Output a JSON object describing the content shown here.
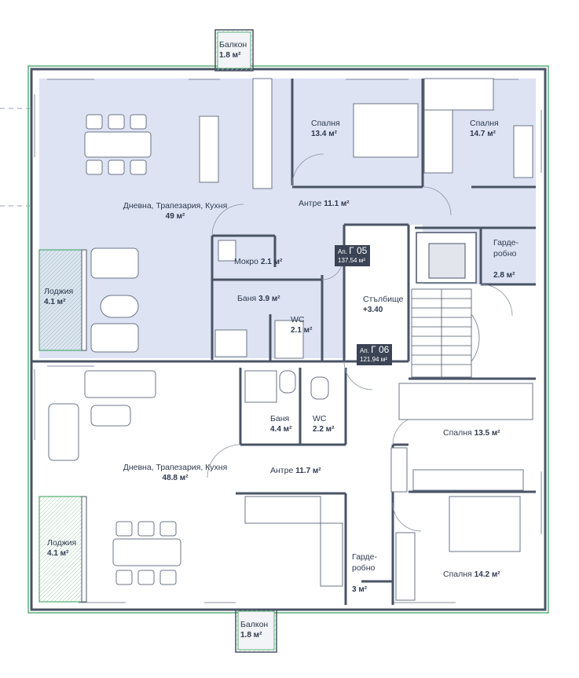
{
  "colors": {
    "wall": "#4a5466",
    "accent": "#2f9e55",
    "apartment_05_fill": "#dde3f3",
    "tag_bg": "#3a4455"
  },
  "apartments": [
    {
      "prefix": "Ап.",
      "code": "Г 05",
      "area": "137.54 м²"
    },
    {
      "prefix": "Ап.",
      "code": "Г 06",
      "area": "121.94 м²"
    }
  ],
  "rooms": [
    {
      "id": "balcony-top",
      "name": "Балкон",
      "area": "1.8 м²"
    },
    {
      "id": "bedroom-05a",
      "name": "Спалня",
      "area": "13.4 м²"
    },
    {
      "id": "bedroom-05b",
      "name": "Спалня",
      "area": "14.7 м²"
    },
    {
      "id": "living-05",
      "name": "Дневна, Трапезария, Кухня",
      "area": "49 м²"
    },
    {
      "id": "hall-05",
      "name": "Антре",
      "area": "11.1 м²"
    },
    {
      "id": "wardrobe-05",
      "name": "Гарде-\nробно",
      "area": "2.8 м²"
    },
    {
      "id": "utility-05",
      "name": "Мокро",
      "area": "2.1 м²"
    },
    {
      "id": "loggia-05",
      "name": "Лоджия",
      "area": "4.1 м²"
    },
    {
      "id": "bath-05",
      "name": "Баня",
      "area": "3.9 м²"
    },
    {
      "id": "wc-05",
      "name": "WC",
      "area": "2.1 м²"
    },
    {
      "id": "stairs",
      "name": "Стълбище",
      "area": "+3.40"
    },
    {
      "id": "bath-06",
      "name": "Баня",
      "area": "4.4 м²"
    },
    {
      "id": "wc-06",
      "name": "WC",
      "area": "2.2 м²"
    },
    {
      "id": "bedroom-06a",
      "name": "Спалня",
      "area": "13.5 м²"
    },
    {
      "id": "living-06",
      "name": "Дневна, Трапезария, Кухня",
      "area": "48.8 м²"
    },
    {
      "id": "hall-06",
      "name": "Антре",
      "area": "11.7 м²"
    },
    {
      "id": "loggia-06",
      "name": "Лоджия",
      "area": "4.1 м²"
    },
    {
      "id": "wardrobe-06",
      "name": "Гарде-\nробно",
      "area": "3 м²"
    },
    {
      "id": "bedroom-06b",
      "name": "Спалня",
      "area": "14.2 м²"
    },
    {
      "id": "balcony-bottom",
      "name": "Балкон",
      "area": "1.8 м²"
    }
  ]
}
